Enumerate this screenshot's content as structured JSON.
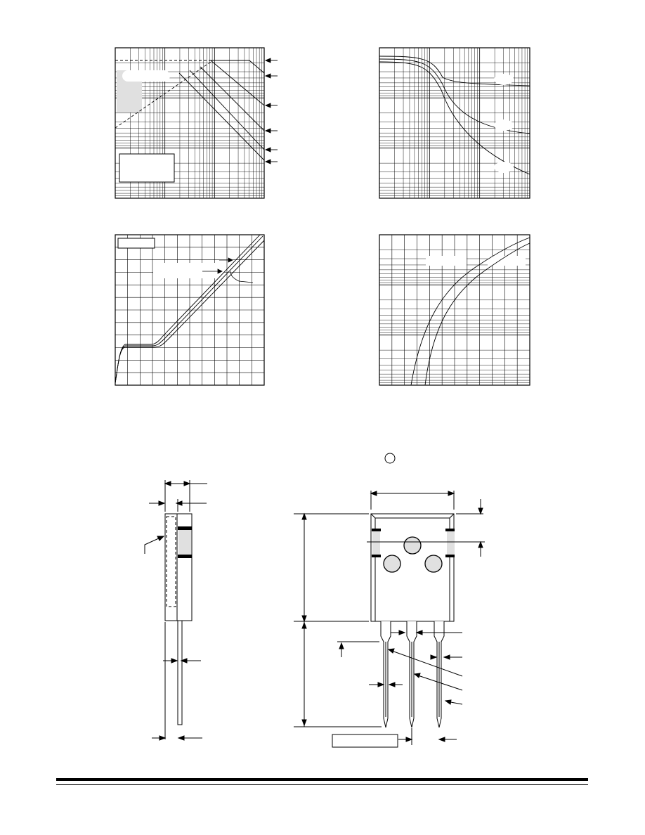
{
  "page": {
    "background": "#ffffff",
    "ink": "#000000",
    "shade": "#e0e0e0"
  },
  "charts": [
    {
      "id": "safe-operating-area",
      "type": "log-log",
      "title": "",
      "xlabel": "",
      "ylabel": ""
    },
    {
      "id": "transient-thermal",
      "type": "log-log",
      "title": "",
      "xlabel": "",
      "ylabel": ""
    },
    {
      "id": "gate-charge",
      "type": "line",
      "title": "",
      "xlabel": "",
      "ylabel": ""
    },
    {
      "id": "body-diode",
      "type": "semi-log",
      "title": "",
      "xlabel": "",
      "ylabel": ""
    }
  ],
  "package_drawing": {
    "side_view": "package-side-view",
    "front_view": "package-front-view",
    "dimension_box_text": "",
    "datum_label": ""
  },
  "footer": {
    "rule": "footer-rule"
  }
}
